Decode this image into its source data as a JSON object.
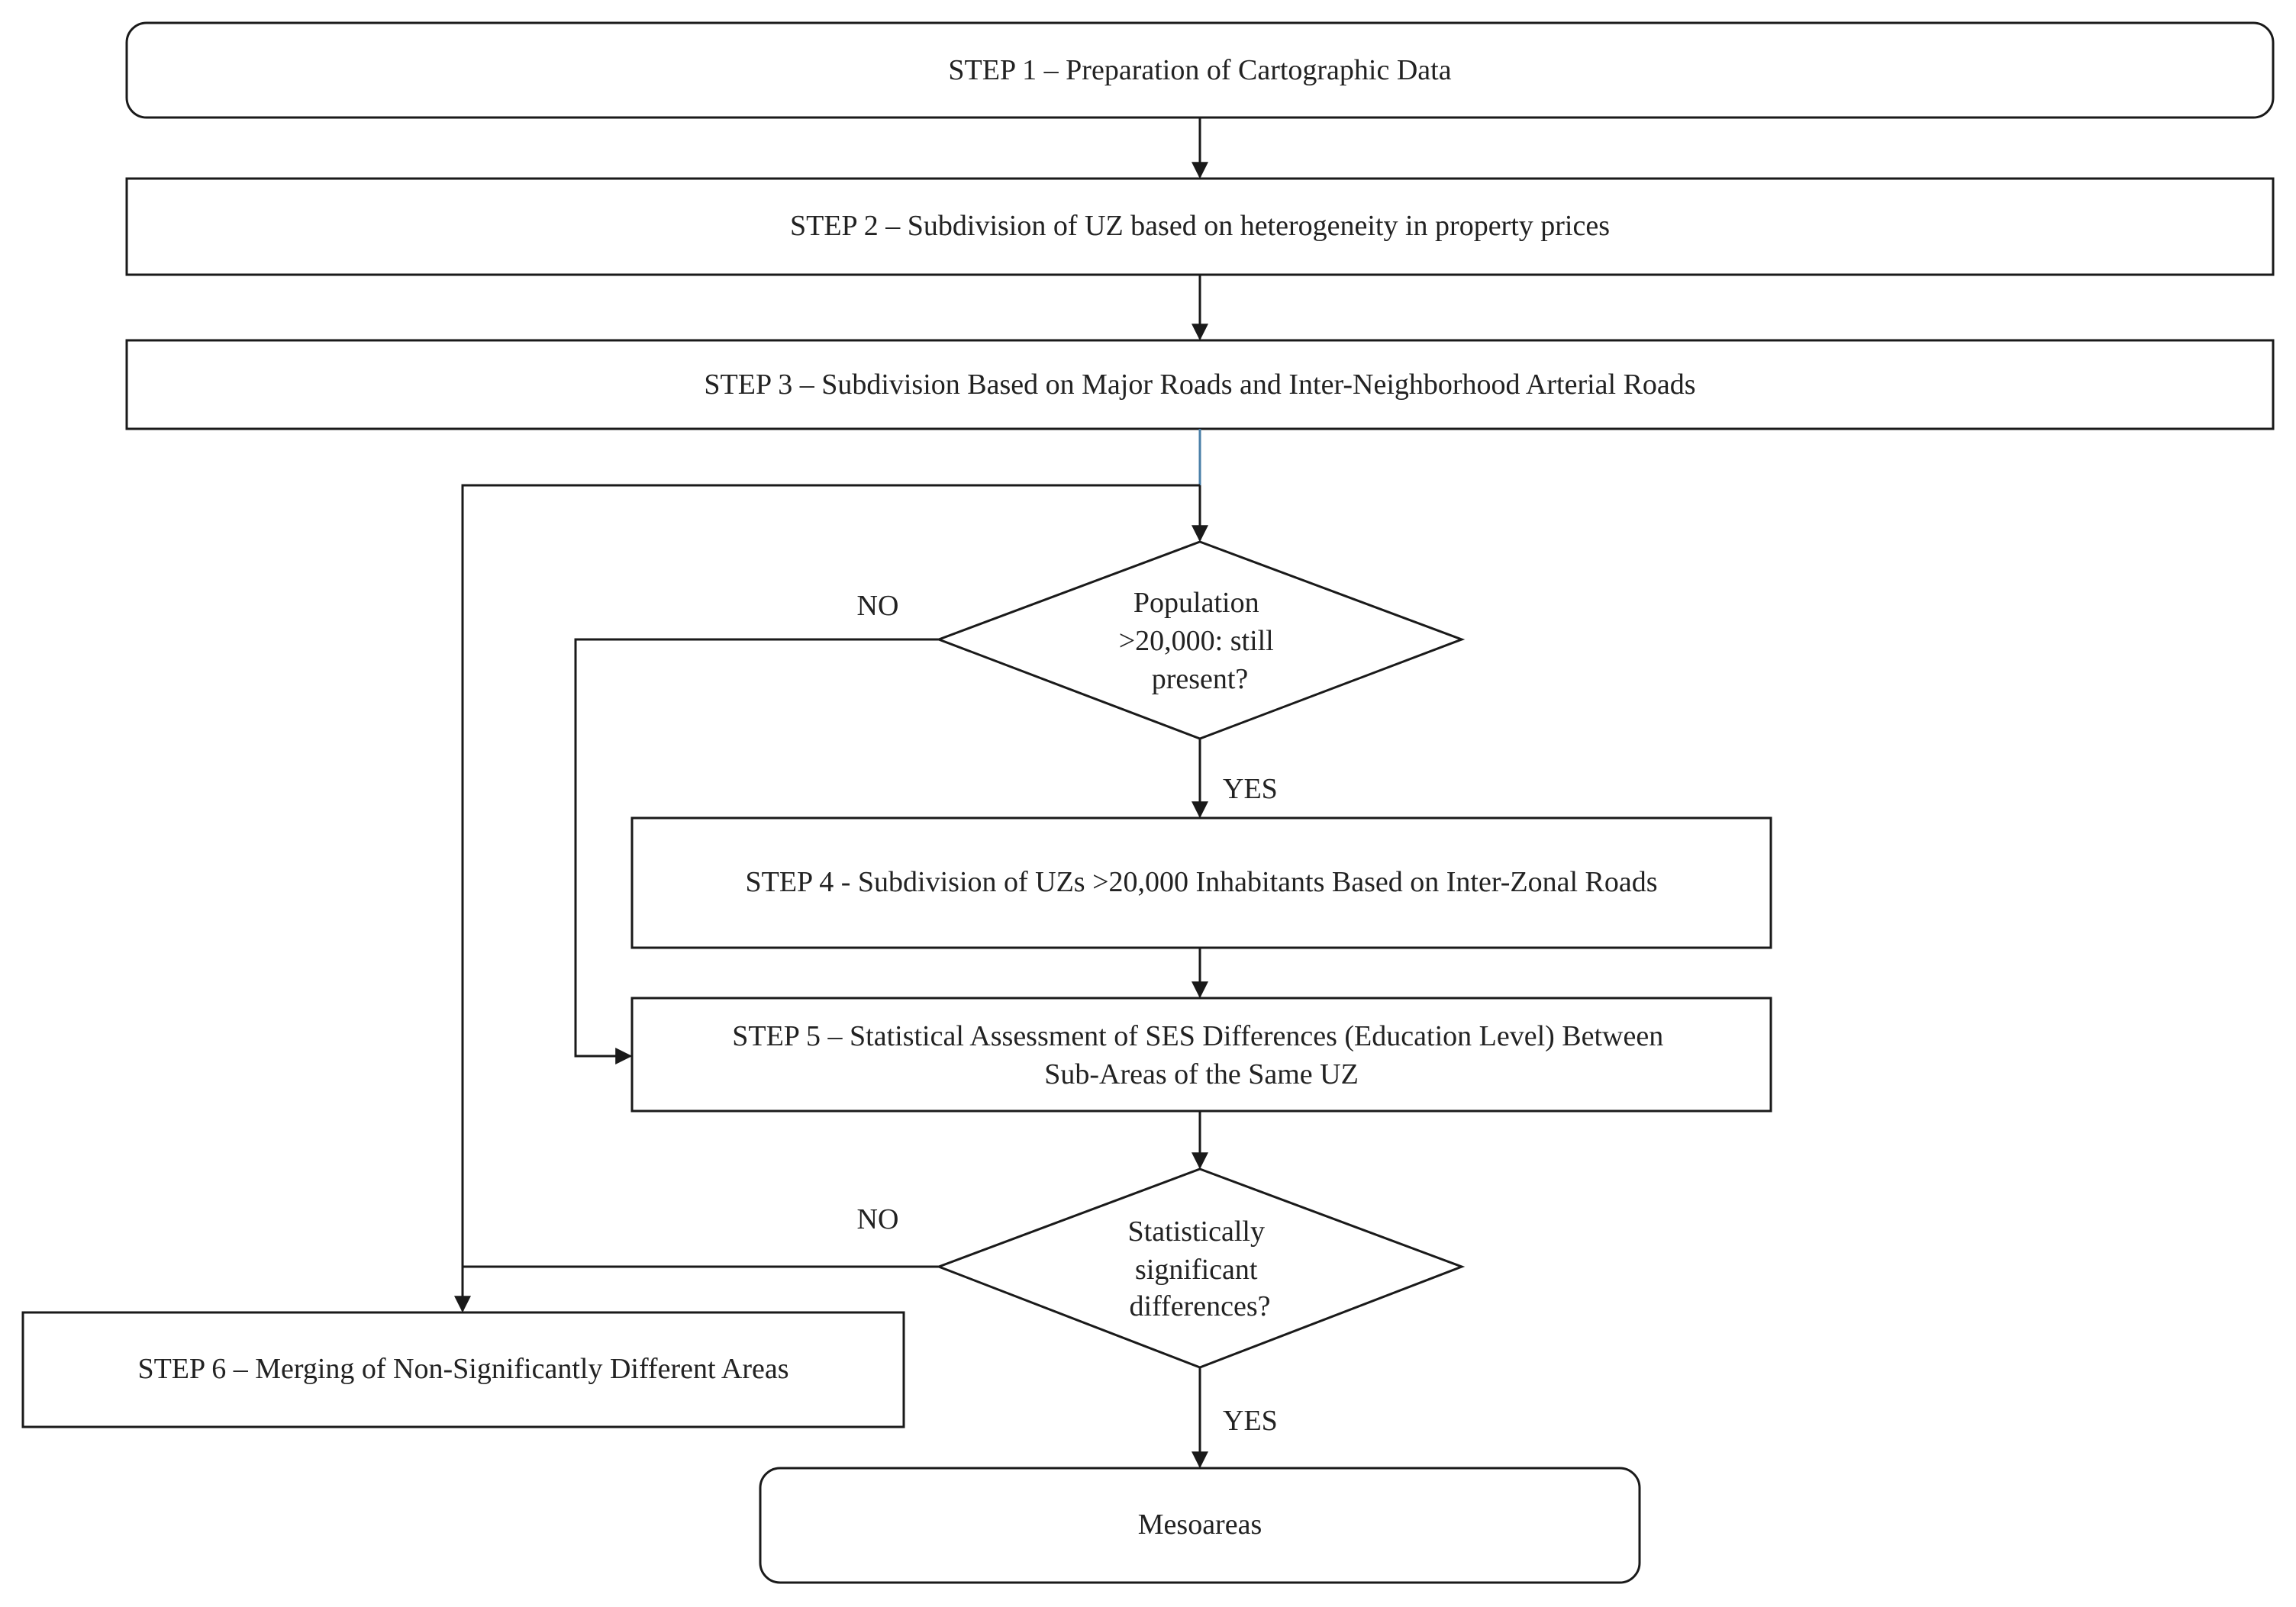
{
  "flowchart": {
    "step1": "STEP 1 – Preparation of Cartographic Data",
    "step2": "STEP 2 – Subdivision of UZ based on heterogeneity in property prices",
    "step3": "STEP 3 – Subdivision Based on Major Roads and Inter-Neighborhood Arterial Roads",
    "decision1": {
      "lines": [
        "Population",
        ">20,000: still",
        "present?"
      ]
    },
    "step4": "STEP 4 - Subdivision of UZs >20,000 Inhabitants Based on Inter-Zonal Roads",
    "step5": {
      "lines": [
        "STEP 5 – Statistical Assessment of SES Differences (Education Level) Between",
        "Sub-Areas of the Same UZ"
      ]
    },
    "decision2": {
      "lines": [
        "Statistically",
        "significant",
        "differences?"
      ]
    },
    "step6": "STEP 6 – Merging of Non-Significantly Different Areas",
    "end": "Mesoareas",
    "labels": {
      "no1": "NO",
      "yes1": "YES",
      "no2": "NO",
      "yes2": "YES"
    }
  },
  "colors": {
    "stroke": "#1a1a1a",
    "accent_connector": "#4a7fa8"
  }
}
